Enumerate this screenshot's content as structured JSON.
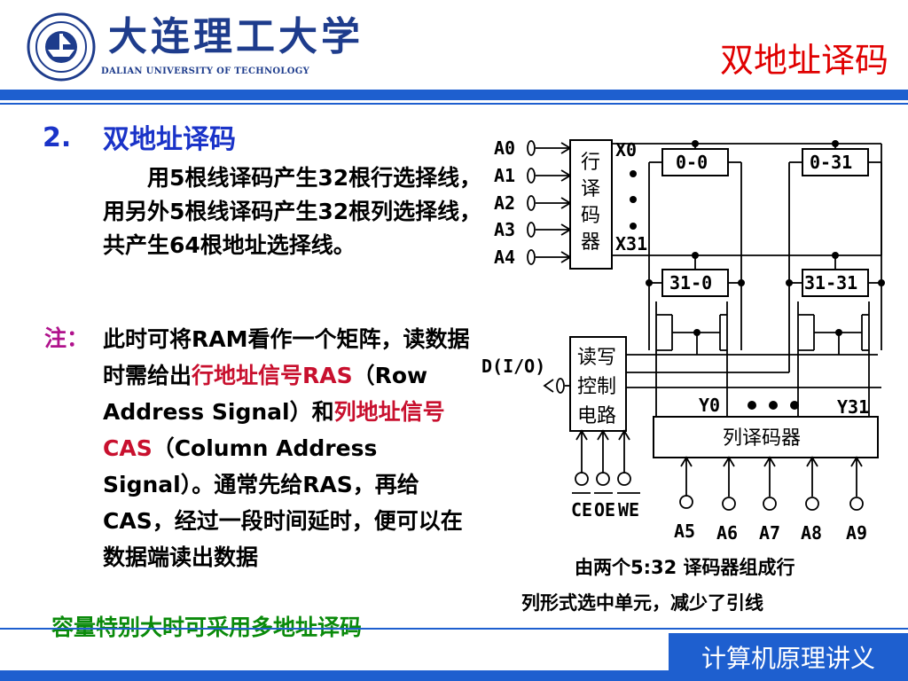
{
  "header": {
    "logo_cn": "大连理工大学",
    "logo_en": "DALIAN UNIVERSITY OF TECHNOLOGY",
    "title": "双地址译码"
  },
  "section": {
    "number": "2.",
    "title": "双地址译码"
  },
  "para1": "用5根线译码产生32根行选择线，用另外5根线译码产生32根列选择线，共产生64根地址选择线。",
  "note": {
    "label": "注：",
    "text_a": "此时可将RAM看作一个矩阵，读数据时需给出",
    "red_a": "行地址信号RAS",
    "text_b": "（Row Address Signal）和",
    "red_b": "列地址信号CAS",
    "text_c": "（Column Address Signal）。通常先给RAS，再给CAS，经过一段时间延时，便可以在数据端读出数据"
  },
  "green_line": "容量特别大时可采用多地址译码",
  "diagram": {
    "row_inputs": [
      "A0",
      "A1",
      "A2",
      "A3",
      "A4"
    ],
    "row_decoder": [
      "行",
      "译",
      "码",
      "器"
    ],
    "x_top": "X0",
    "x_bottom": "X31",
    "cells": [
      "0-0",
      "0-31",
      "31-0",
      "31-31"
    ],
    "data_pin": "D(I/O)",
    "rw_ctrl": [
      "读写",
      "控制",
      "电路"
    ],
    "y_left": "Y0",
    "y_right": "Y31",
    "col_decoder": "列译码器",
    "ctrl_pins": [
      "CE",
      "OE",
      "WE"
    ],
    "col_inputs": [
      "A5",
      "A6",
      "A7",
      "A8",
      "A9"
    ]
  },
  "caption": {
    "line1": "由两个5:32 译码器组成行",
    "line2": "列形式选中单元，减少了引线"
  },
  "footer": {
    "course": "计算机原理讲义"
  },
  "colors": {
    "accent_blue": "#1e5fcf",
    "title_red": "#e00000",
    "heading_blue": "#1a33c8",
    "note_magenta": "#b0128c",
    "highlight_red": "#c8102e",
    "green": "#0a8a0a"
  }
}
